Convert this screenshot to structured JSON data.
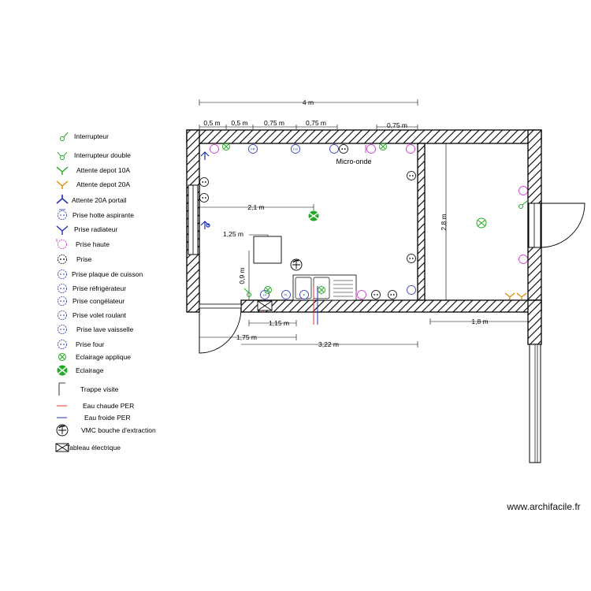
{
  "dimensions": {
    "overall": "4 m",
    "top_segments": [
      "0,5 m",
      "0,5 m",
      "0,75 m",
      "0,75 m",
      "0,75 m"
    ],
    "inner_width": "2,1 m",
    "height": "2,8 m",
    "bottom_left": "1,15 m",
    "bottom_door": "1,75 m",
    "bottom_total": "3,22 m",
    "bottom_right": "1,8 m",
    "island_width": "1,25 m",
    "island_depth": "0,9 m"
  },
  "labels": {
    "micro_onde": "Micro-onde"
  },
  "legend": [
    {
      "icon": "interrupteur-icon",
      "label": "Interrupteur",
      "color": "#22aa22"
    },
    {
      "icon": "interrupteur-double-icon",
      "label": "Interrupteur double",
      "color": "#22aa22"
    },
    {
      "icon": "attente-10a-icon",
      "label": "Attente depot 10A",
      "color": "#22aa22"
    },
    {
      "icon": "attente-20a-icon",
      "label": "Attente depot 20A",
      "color": "#e08a00"
    },
    {
      "icon": "attente-20a-portail-icon",
      "label": "Attente 20A portail",
      "color": "#1f2fb0"
    },
    {
      "icon": "prise-hotte-icon",
      "label": "Prise hotte aspirante",
      "color": "#1f2fb0"
    },
    {
      "icon": "prise-radiateur-icon",
      "label": "Prise radiateur",
      "color": "#1f2fb0"
    },
    {
      "icon": "prise-haute-icon",
      "label": "Prise haute",
      "color": "#cc22cc"
    },
    {
      "icon": "prise-icon",
      "label": "Prise",
      "color": "#000000"
    },
    {
      "icon": "prise-plaque-icon",
      "label": "Prise plaque de cuisson",
      "color": "#1f2fb0"
    },
    {
      "icon": "prise-refrigerateur-icon",
      "label": "Prise réfrigérateur",
      "color": "#1f2fb0"
    },
    {
      "icon": "prise-congelateur-icon",
      "label": "Prise congélateur",
      "color": "#1f2fb0"
    },
    {
      "icon": "prise-volet-icon",
      "label": "Prise volet roulant",
      "color": "#1f2fb0"
    },
    {
      "icon": "prise-lave-vaisselle-icon",
      "label": "Prise lave vaisselle",
      "color": "#1f2fb0"
    },
    {
      "icon": "prise-four-icon",
      "label": "Prise four",
      "color": "#1f2fb0"
    },
    {
      "icon": "eclairage-applique-icon",
      "label": "Eclairage applique",
      "color": "#22aa22"
    },
    {
      "icon": "eclairage-icon",
      "label": "Eclairage",
      "color": "#22aa22"
    },
    {
      "icon": "trappe-visite-icon",
      "label": "Trappe visite",
      "color": "#000000"
    },
    {
      "icon": "eau-chaude-icon",
      "label": "Eau chaude PER",
      "color": "#ee3333"
    },
    {
      "icon": "eau-froide-icon",
      "label": "Eau froide PER",
      "color": "#1f2fb0"
    },
    {
      "icon": "vmc-icon",
      "label": "VMC bouche d'extraction",
      "color": "#000000"
    },
    {
      "icon": "tableau-electrique-icon",
      "label": "Tableau électrique",
      "color": "#000000"
    }
  ],
  "outlet_codes": {
    "refrigerateur": "FR",
    "congelateur": "CG",
    "lave_vaisselle": "LV",
    "plaque": "PL",
    "four": "F",
    "volet": "VR"
  },
  "watermark": "www.archifacile.fr"
}
